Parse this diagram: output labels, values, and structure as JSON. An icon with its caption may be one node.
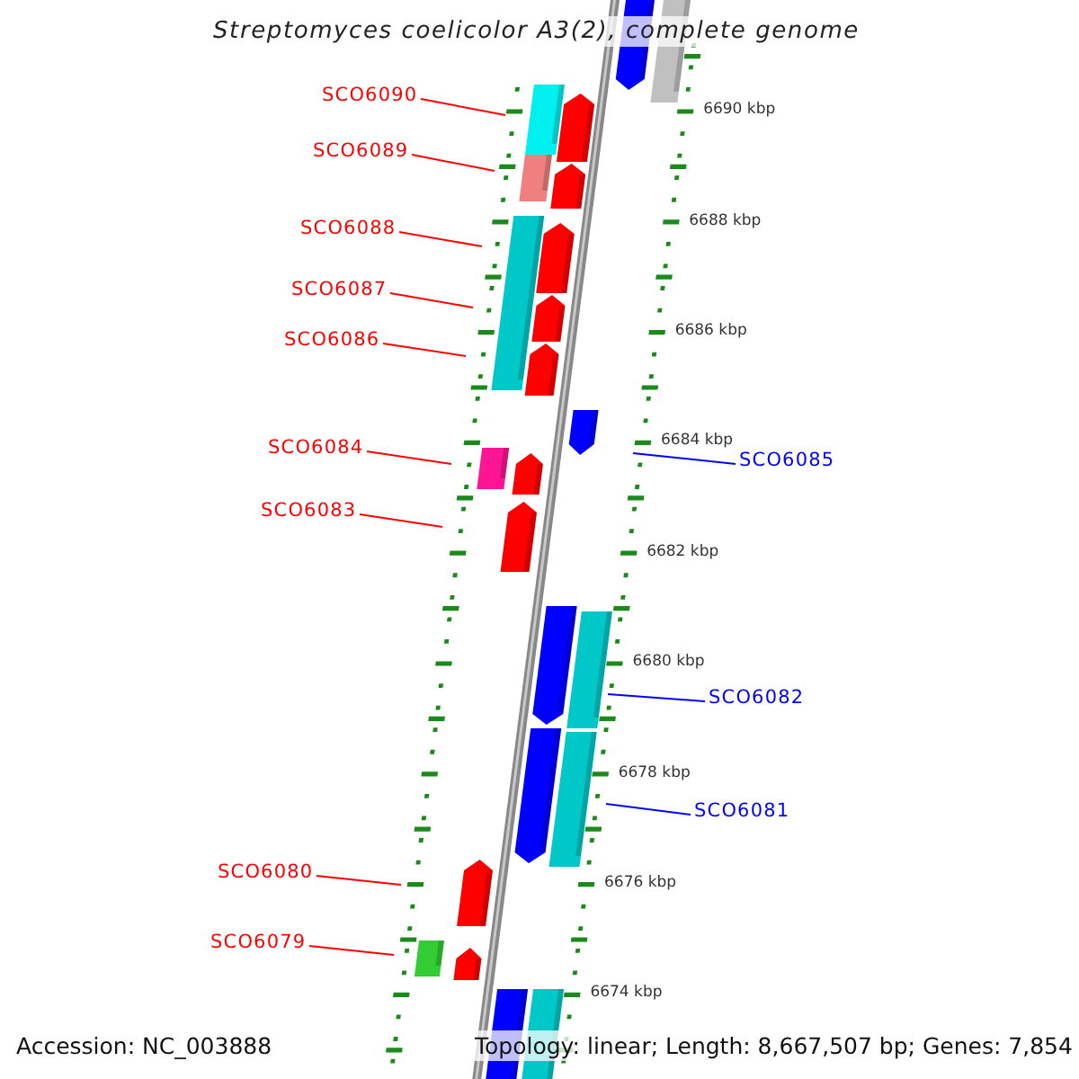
{
  "diagram": {
    "title": "Streptomyces coelicolor A3(2), complete genome",
    "nodes": [
      {
        "text": [
          "SCO6090"
        ]
      },
      {
        "text": [
          "SCO6089"
        ]
      },
      {
        "text": [
          "SCO6088"
        ]
      },
      {
        "text": [
          "SCO6087"
        ]
      },
      {
        "text": [
          "SCO6086"
        ]
      },
      {
        "text": [
          "SCO6084"
        ]
      },
      {
        "text": [
          "SCO6085"
        ]
      },
      {
        "text": [
          "SCO6083"
        ]
      },
      {
        "text": [
          "SCO6082"
        ]
      },
      {
        "text": [
          "SCO6081"
        ]
      },
      {
        "text": [
          "SCO6080"
        ]
      },
      {
        "text": [
          "SCO6079"
        ]
      }
    ],
    "edges": [
      {
        "from": 0,
        "to": null,
        "arrow": "none"
      },
      {
        "from": 1,
        "to": null,
        "arrow": "none"
      },
      {
        "from": 2,
        "to": null,
        "arrow": "none"
      },
      {
        "from": 3,
        "to": null,
        "arrow": "none"
      },
      {
        "from": 4,
        "to": null,
        "arrow": "none"
      },
      {
        "from": 5,
        "to": null,
        "arrow": "none"
      },
      {
        "from": 6,
        "to": null,
        "arrow": "none",
        "color": "#0000ff"
      },
      {
        "from": 7,
        "to": null,
        "arrow": "none"
      },
      {
        "from": 8,
        "to": null,
        "arrow": "none",
        "color": "#0000ff"
      },
      {
        "from": 9,
        "to": null,
        "arrow": "none",
        "color": "#0000ff"
      },
      {
        "from": 10,
        "to": null,
        "arrow": "none"
      },
      {
        "from": 11,
        "to": null,
        "arrow": "none"
      }
    ],
    "labels": [
      "6690 kbp",
      "6688 kbp",
      "6686 kbp",
      "6684 kbp",
      "6682 kbp",
      "6680 kbp",
      "6678 kbp",
      "6676 kbp",
      "6674 kbp",
      "Accession: NC_003888",
      "Topology: linear; Length: 8,667,507 bp; Genes: 7,854"
    ]
  }
}
